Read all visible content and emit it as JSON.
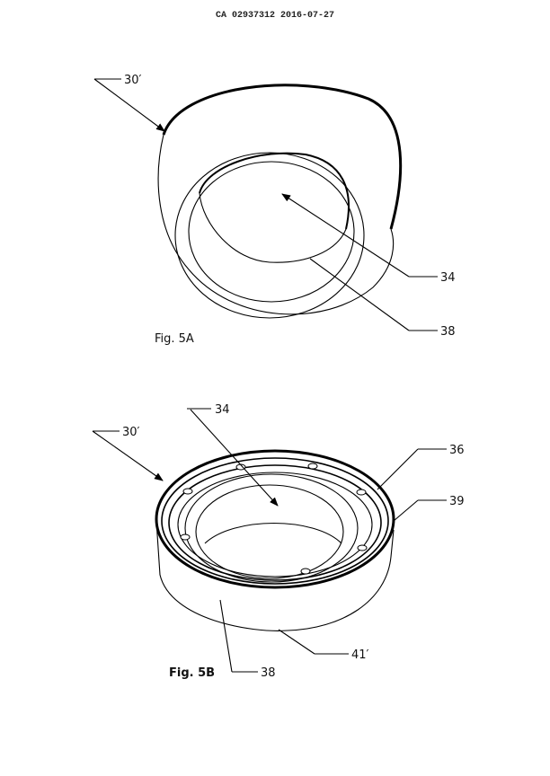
{
  "header": {
    "doc_ref": "CA 02937312 2016-07-27"
  },
  "figure_5a": {
    "caption": "Fig. 5A",
    "labels": {
      "ring": "30′",
      "bore": "34",
      "face": "38"
    }
  },
  "figure_5b": {
    "caption": "Fig. 5B",
    "labels": {
      "bore": "34",
      "ring": "30′",
      "flange": "36",
      "lip": "39",
      "base_edge": "41′",
      "side": "38"
    }
  }
}
